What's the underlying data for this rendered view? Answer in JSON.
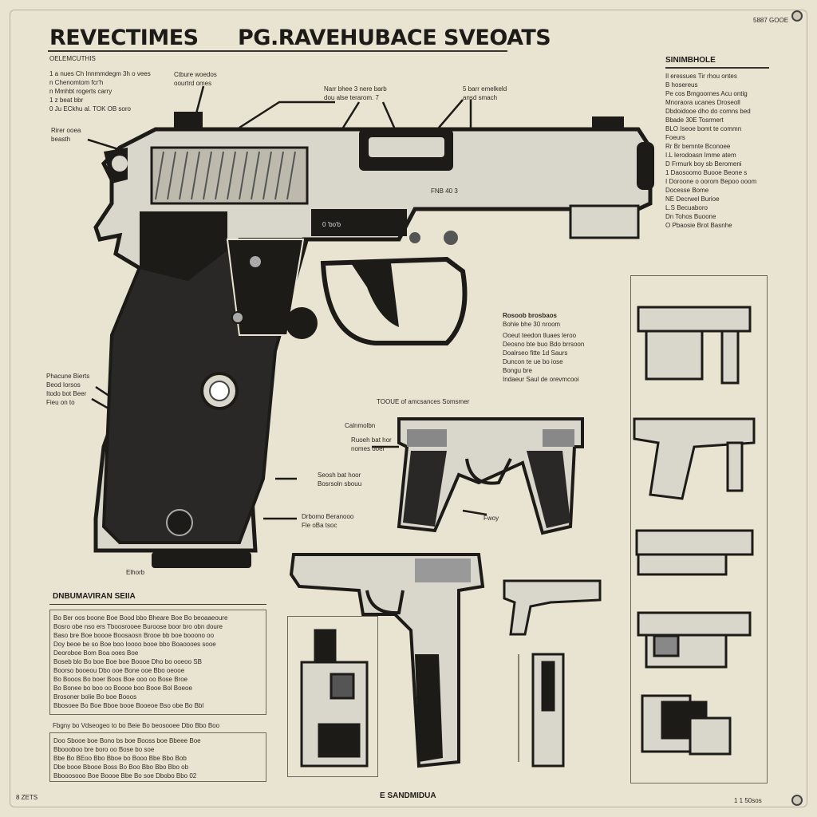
{
  "header": {
    "title_left": "REVECTIMES",
    "title_right": "PG.RAVEHUBACE SVEOATS",
    "corner_code": "5887 GOOE"
  },
  "left_notes": {
    "heading": "OELEMCUTHIS",
    "lines": [
      "1 a  nues Ch Innmmdegm 3h o vees",
      "n    Chenomtom fcr'h",
      "n    Mmhbt rogerts carry",
      "1 z  beat bbr",
      "0    Ju  ECkhu al. TOK OB soro"
    ]
  },
  "callouts": {
    "top_a": [
      "Ctbure woedos",
      "oourtrd omes"
    ],
    "top_b": [
      "Narr bhee 3 nere barb",
      "dou alse terarom. 7"
    ],
    "top_c": [
      "5 barr emelkeld",
      "ansd smach"
    ],
    "left_a": [
      "Rirer ooea",
      "beasth"
    ],
    "left_b": [
      "Phacune Bierts",
      "Beod Iorsos",
      "Itodo bot Beer",
      "Fieu on to"
    ],
    "mid_a": [
      "Ruoeh bat hor",
      "nomes ooel"
    ],
    "mid_b": [
      "Seosh bat hoor",
      "Bosrsoln sbouu"
    ],
    "mid_c": [
      "Drbomo Beranooo",
      "Fle oBa tsoc"
    ],
    "small_gun": "TOOUE of amcsances  Somsmer",
    "small_gun_label": "Calnmolbn",
    "bottom_left": "Elhorb",
    "grip_label": "Fwoy",
    "frame_code": "FNB 40  3",
    "slide_code": "0 'bo'b"
  },
  "right_panel": {
    "heading": "SINIMBHOLE",
    "lines": [
      "Il eressues Tir rhou ontes",
      "B hosereus",
      "Pe cos Bmgoornes Acu ontig",
      "Mnoraora ucanes      Droseoll",
      "Dbdoidooe dho do comns bed",
      "Bbade 30E      Tosrmert",
      "BLO  Iseoe bomt te commn",
      "     Foeurs",
      "Rr  Br bemnte Bconoee",
      "I.L  Ierodoasn Imme atem",
      "D    Frmurk boy sb Beromeni",
      "1    Daosoomo Buooe Beone s",
      "I    Doroone o oorom Bepoo ooom",
      "     Docesse Bome",
      "NE   Decrwel Burioe",
      "L.S  Becuaboro",
      "Dn   Tohos Buoone",
      "O    Pbaosie Brot Basnhe"
    ]
  },
  "mid_notes": {
    "heading": "Rosoob brosbaos",
    "sub": "Bohle bhe 30 nroom",
    "lines": [
      "Ooeut teedon tluaes leroo",
      "Deosno bte buo Bdo brrsoon",
      "Doalrseo fitte 1d Saurs",
      "Duncon te ue bo iose",
      "Bongu bre",
      "Indaeur Saul de orevmcooi"
    ]
  },
  "spec_box": {
    "heading": "DNBUMAVIRAN SEIIA",
    "lines": [
      "Bo Ber oos boone Boe Bood bbo Bheare Boe Bo beoaaeoure",
      "Bosro obe nso ers Tboosrooee Buroose boor bro obn doure",
      "Baso bre Boe boooe Boosaosn Brooe bb boe booono oo",
      "Doy beoe be  so Boe boo Ioooo booe bbo  Boaoooes sooe",
      "Deoroboe Bom Boa ooes Boe",
      "Boseb blo Bo boe Boe boe Boooe  Dho  bo  ooeoo  SB",
      "Boorso booeou Dbo ooe  Bone ooe Bbo oeooe",
      "Bo Booos  Bo boer Boos Boe ooo oo Bose Broe",
      "Bo Bonee bo boo oo  Boooe boo Booe Bol Boeoe",
      "Brosoner bolie Bo boe Booos",
      "Bbosoee Bo Boe Bboe booe Booeoe Bso obe  Bo Bbl"
    ],
    "sub_heading": "Fbgny bo Vdseogeo to bo Beie Bo beosooee Dbo Bbo Boo",
    "sub_lines": [
      "Doo Sbooe boe Bono bs boe Booss boe Bbeee Boe",
      "Bboooboo bre boro oo Bose bo soe",
      "Bbe Bo BEoo Bbo Bboe bo Booo Bbe Bbo Bob",
      "Dbe booe Bbooe Boss Bo Boo Bbo Bbo Bbo ob",
      "Bbooosooo Boe Boooe Bbe Bo soe Dbobo Bbo 02"
    ]
  },
  "footer": {
    "left": "8 ZETS",
    "center": "E SANDMIDUA",
    "right": "1 1 50sos"
  },
  "colors": {
    "paper": "#e9e4d1",
    "ink": "#1d1b18",
    "steel": "#d9d6cb",
    "grip": "#2a2826"
  }
}
